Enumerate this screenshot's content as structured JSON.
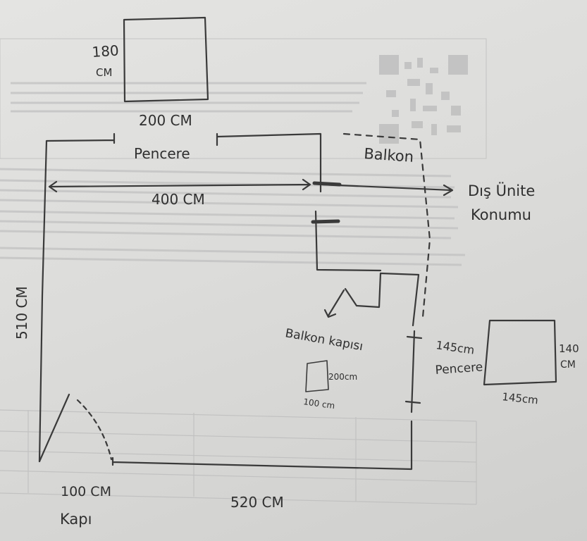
{
  "labels": {
    "window_height": "180",
    "window_height_unit": "CM",
    "window_width": "200 CM",
    "window_name": "Pencere",
    "balcony": "Balkon",
    "outdoor_unit_line1": "Dış Ünite",
    "outdoor_unit_line2": "Konumu",
    "room_width": "400 CM",
    "room_height": "510 CM",
    "balcony_door": "Balkon kapısı",
    "door_height": "200cm",
    "door_width": "100 cm",
    "side_window_size": "145cm",
    "side_window_name": "Pencere",
    "side_window_height": "140",
    "side_window_height_unit": "CM",
    "side_window_width": "145cm",
    "bottom_wall": "520 CM",
    "entry_door_width": "100 CM",
    "entry_door_name": "Kapı"
  },
  "colors": {
    "pencil": "#2f2f2f",
    "paper": "#dededc",
    "faded_print": "#b4b4b4"
  }
}
